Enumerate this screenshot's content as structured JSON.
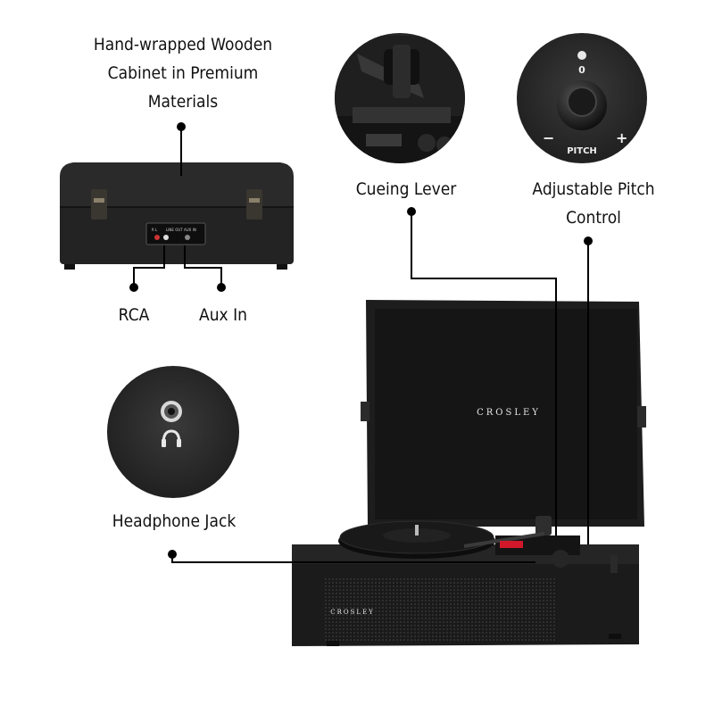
{
  "labels": {
    "cabinet": [
      "Hand-wrapped Wooden",
      "Cabinet in Premium",
      "Materials"
    ],
    "cueing_lever": "Cueing Lever",
    "pitch": [
      "Adjustable Pitch",
      "Control"
    ],
    "rca": "RCA",
    "aux_in": "Aux In",
    "headphone_jack": "Headphone Jack"
  },
  "brand": {
    "lid_logo": "CROSLEY",
    "front_logo": "CROSLEY"
  },
  "pitch_dial": {
    "zero": "0",
    "minus": "−",
    "plus": "+",
    "label": "PITCH"
  },
  "back_panel": {
    "left_text": "R  L",
    "mid_text": "LINE  OUT",
    "right_text": "AUX IN"
  },
  "colors": {
    "body": "#1b1b1b",
    "callout_line": "#000000",
    "tonearm_accent": "#d1172a"
  }
}
